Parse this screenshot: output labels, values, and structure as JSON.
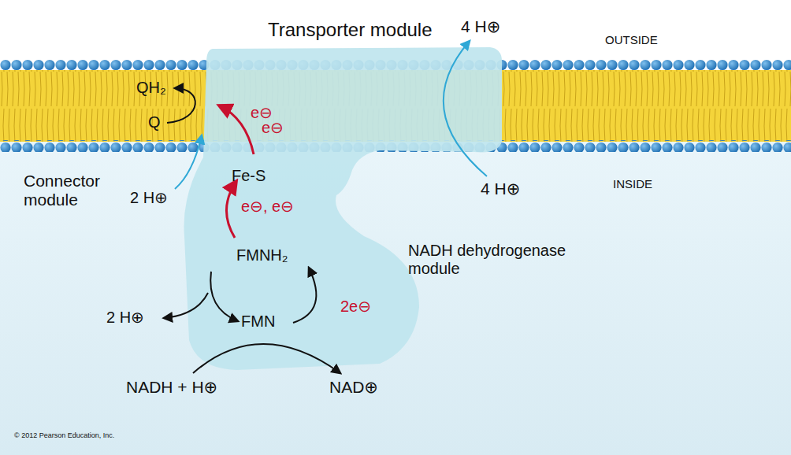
{
  "diagram": {
    "nodes": [
      {
        "text": [
          "Transporter module",
          "Fe-S",
          "FMNH₂",
          "FMN",
          "NADH dehydrogenase module"
        ]
      }
    ],
    "labels": [
      "4 H⊕",
      "OUTSIDE",
      "QH₂",
      "Q",
      "e⊖",
      "e⊖",
      "Connector module",
      "2 H⊕",
      "e⊖, e⊖",
      "4 H⊕",
      "INSIDE",
      "2e⊖",
      "2 H⊕",
      "NADH + H⊕",
      "NAD⊕",
      "© 2012 Pearson Education, Inc."
    ]
  }
}
